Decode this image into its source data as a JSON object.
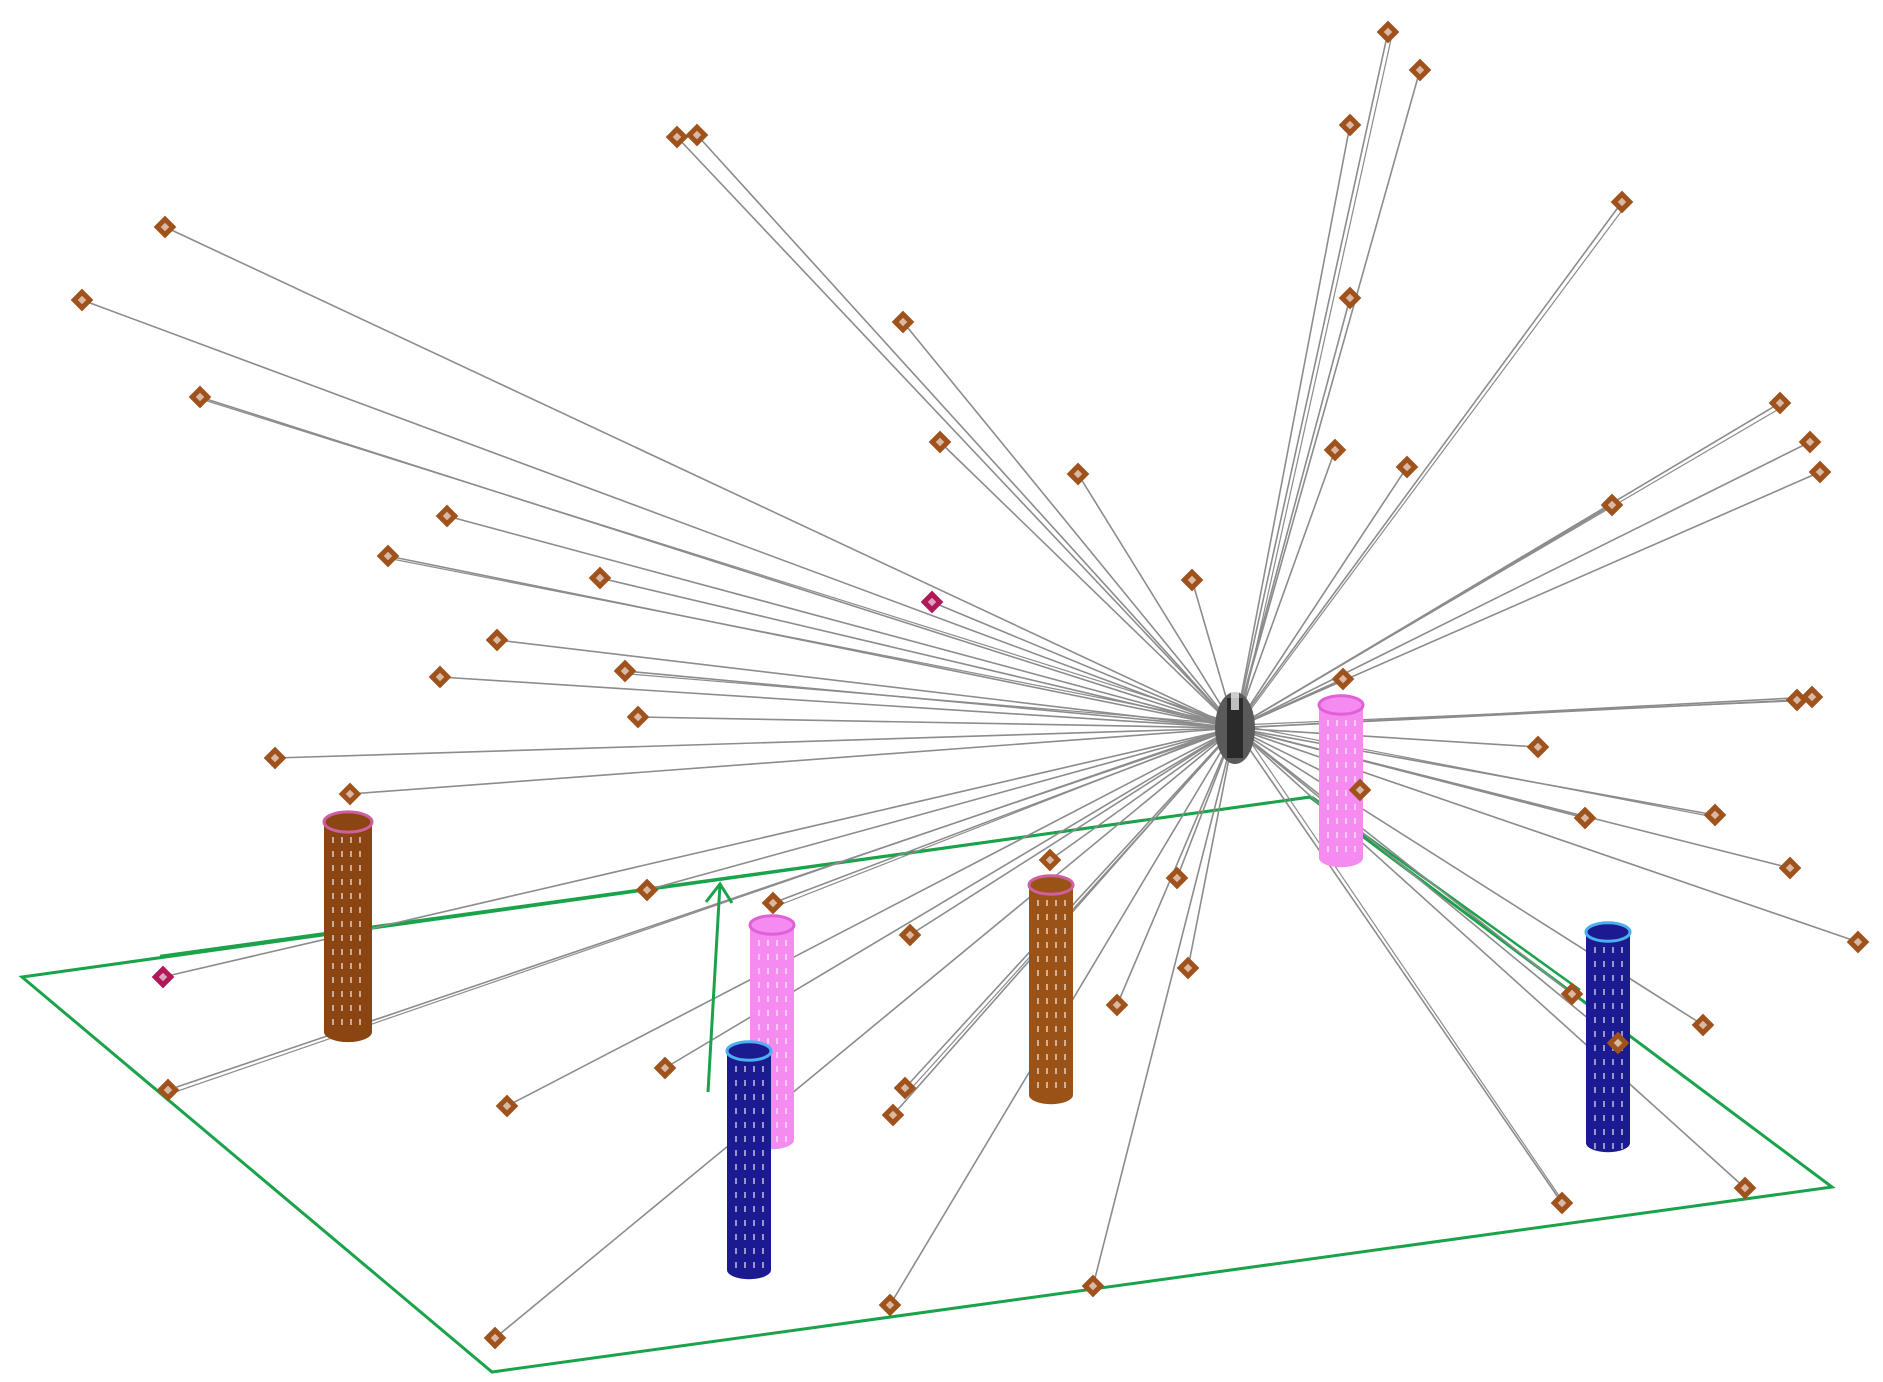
{
  "colors": {
    "background": "#ffffff",
    "ray": "#8c8c8c",
    "ground": "#1aa34a",
    "marker": "#a0521d",
    "marker_alt": "#b0185a",
    "hub": "#5a5a5a"
  },
  "icons": {
    "marker": "square-marker-icon",
    "hub": "receiver-hub-icon",
    "axis": "up-arrow-icon"
  },
  "pillars": [
    {
      "id": "brown-left",
      "color": "#8b4513",
      "cap": "#d05fa0"
    },
    {
      "id": "brown-middle",
      "color": "#9a5216",
      "cap": "#d05fa0"
    },
    {
      "id": "pink-right",
      "color": "#f58af0",
      "cap": "#e060d8"
    },
    {
      "id": "pink-front",
      "color": "#f58af0",
      "cap": "#e060d8"
    },
    {
      "id": "blue-front",
      "color": "#1c1a90",
      "cap": "#4ab0f0"
    },
    {
      "id": "blue-right",
      "color": "#1c1a90",
      "cap": "#4ab0f0"
    }
  ]
}
